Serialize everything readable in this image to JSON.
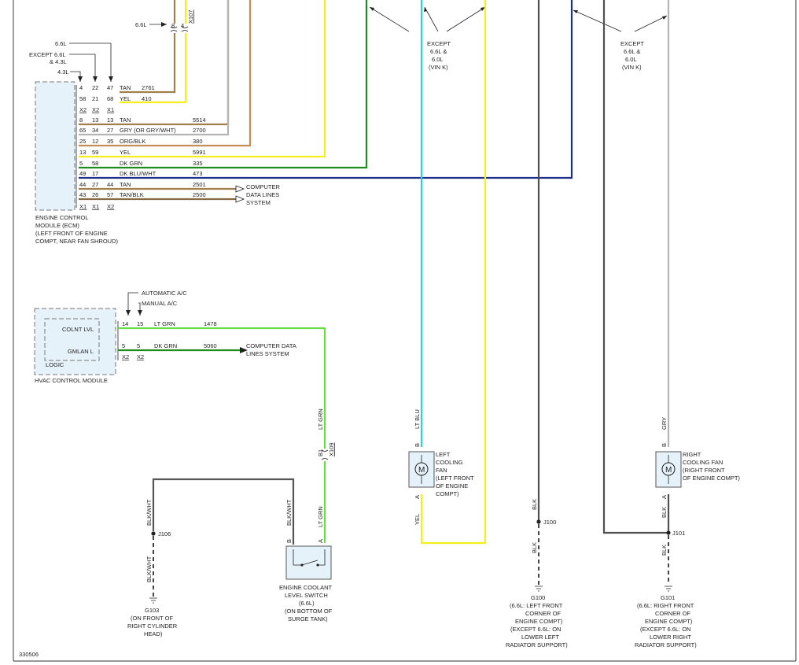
{
  "colors": {
    "tan": "#a27e4c",
    "yel": "#f4ee1c",
    "gry": "#b4b4b4",
    "org_blk": "#c48c56",
    "dk_grn": "#1e8c1e",
    "dk_blu": "#1f2e86",
    "lt_blu": "#28d2e8",
    "lt_grn": "#66dd40",
    "blk": "#505050",
    "module_fill": "#e6f2fa"
  },
  "top": {
    "v66_a": "6.6L",
    "conn_x107": "X107",
    "pin_8": "8",
    "pin_4": "4",
    "except_left": [
      "EXCEPT",
      "6.6L &",
      "6.0L",
      "(VIN K)"
    ],
    "except_right": [
      "EXCEPT",
      "6.6L &",
      "6.0L",
      "(VIN K)"
    ]
  },
  "ecm": {
    "hdr_66": "6.6L",
    "hdr_except": [
      "EXCEPT 6.6L",
      "& 4.3L"
    ],
    "hdr_43": "4.3L",
    "rows": [
      {
        "p1": "4",
        "p2": "22",
        "p3": "47",
        "color": "TAN",
        "circuit": "2761"
      },
      {
        "p1": "58",
        "p2": "21",
        "p3": "68",
        "color": "YEL",
        "circuit": "410"
      },
      {
        "p1": "X2",
        "p2": "X2",
        "p3": "X1",
        "color": "",
        "circuit": ""
      },
      {
        "p1": "8",
        "p2": "13",
        "p3": "13",
        "color": "TAN",
        "circuit": "5514"
      },
      {
        "p1": "65",
        "p2": "34",
        "p3": "27",
        "color": "GRY (OR GRY/WHT)",
        "circuit": "2700"
      },
      {
        "p1": "25",
        "p2": "12",
        "p3": "35",
        "color": "ORG/BLK",
        "circuit": "380"
      },
      {
        "p1": "13",
        "p2": "59",
        "p3": "",
        "color": "YEL",
        "circuit": "5991"
      },
      {
        "p1": "5",
        "p2": "58",
        "p3": "",
        "color": "DK GRN",
        "circuit": "335"
      },
      {
        "p1": "49",
        "p2": "17",
        "p3": "",
        "color": "DK BLU/WHT",
        "circuit": "473"
      },
      {
        "p1": "44",
        "p2": "27",
        "p3": "44",
        "color": "TAN",
        "circuit": "2501"
      },
      {
        "p1": "43",
        "p2": "26",
        "p3": "57",
        "color": "TAN/BLK",
        "circuit": "2500"
      },
      {
        "p1": "X1",
        "p2": "X1",
        "p3": "X2",
        "color": "",
        "circuit": ""
      }
    ],
    "dest": [
      "COMPUTER",
      "DATA LINES",
      "SYSTEM"
    ],
    "caption": [
      "ENGINE CONTROL",
      "MODULE (ECM)",
      "(LEFT FRONT OF ENGINE",
      "COMPT, NEAR FAN SHROUD)"
    ]
  },
  "hvac": {
    "auto_ac": "AUTOMATIC A/C",
    "manual_ac": "MANUAL A/C",
    "colnt_lvl": "COLNT LVL",
    "gmlan_l": "GMLAN L",
    "logic": "LOGIC",
    "caption": "HVAC CONTROL MODULE",
    "row1": {
      "p1": "14",
      "p2": "15",
      "color": "LT GRN",
      "circuit": "1478"
    },
    "row2": {
      "p1": "5",
      "p2": "5",
      "color": "DK GRN",
      "circuit": "5060"
    },
    "conn": {
      "p1": "X2",
      "p2": "X2"
    },
    "dest": [
      "COMPUTER DATA",
      "LINES SYSTEM"
    ]
  },
  "switch": {
    "lt_grn_upper": "LT GRN",
    "pin_b1": "B1",
    "conn_x109": "X109",
    "lt_grn_lower": "LT GRN",
    "blk_wht": "BLK/WHT",
    "pin_b": "B",
    "pin_a": "A",
    "caption": [
      "ENGINE COOLANT",
      "LEVEL SWITCH",
      "(6.6L)",
      "(ON BOTTOM OF",
      "SURGE TANK)"
    ]
  },
  "g103": {
    "blk_wht_upper": "BLK/WHT",
    "j106": "J106",
    "blk_wht_lower": "BLK/WHT",
    "ground": "G103",
    "caption": [
      "(ON FRONT OF",
      "RIGHT CYLINDER",
      "HEAD)"
    ]
  },
  "left_fan": {
    "lt_blu": "LT BLU",
    "pin_b": "B",
    "pin_a": "A",
    "yel": "YEL",
    "motor": "M",
    "caption": [
      "LEFT",
      "COOLING",
      "FAN",
      "(LEFT FRONT",
      "OF ENGINE",
      "COMPT)"
    ]
  },
  "g100": {
    "blk_upper": "BLK",
    "j100": "J100",
    "blk_lower": "BLK",
    "ground": "G100",
    "caption": [
      "(6.6L: LEFT FRONT",
      "CORNER OF",
      "ENGINE COMPT)",
      "(EXCEPT 6.6L: ON",
      "LOWER LEFT",
      "RADIATOR SUPPORT)"
    ]
  },
  "right_fan": {
    "gry": "GRY",
    "pin_b": "B",
    "pin_a": "A",
    "blk": "BLK",
    "motor": "M",
    "caption": [
      "RIGHT",
      "COOLING FAN",
      "(RIGHT FRONT",
      "OF ENGINE COMPT)"
    ]
  },
  "g101": {
    "j101": "J101",
    "blk_lower": "BLK",
    "ground": "G101",
    "caption": [
      "(6.6L: RIGHT FRONT",
      "CORNER OF",
      "ENGINE COMPT)",
      "(EXCEPT 6.6L: ON",
      "LOWER RIGHT",
      "RADIATOR SUPPORT)"
    ]
  },
  "footer": {
    "ref": "330506"
  }
}
